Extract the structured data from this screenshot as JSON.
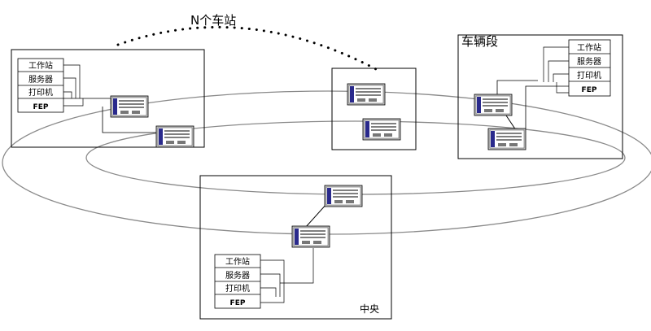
{
  "labels": {
    "n_stations": "N个车站",
    "depot": "车辆段",
    "center": "中央"
  },
  "device_stack": {
    "workstation": "工作站",
    "server": "服务器",
    "printer": "打印机",
    "fep": "FEP"
  },
  "colors": {
    "ring": "#8a8a8a",
    "line": "#000000",
    "switch_body": "#b8b8b8",
    "switch_panel": "#2a2a8c",
    "switch_accent": "#1c1ca8"
  }
}
